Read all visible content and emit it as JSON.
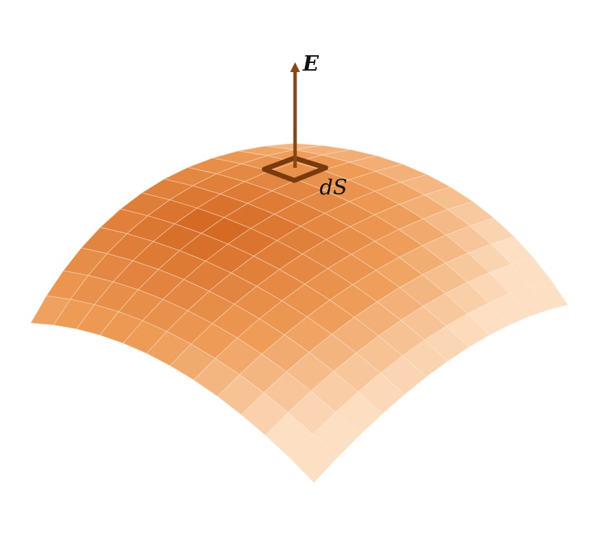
{
  "diagram": {
    "labels": {
      "vector_field": "E",
      "surface_element": "dS"
    },
    "surface": {
      "grid_divisions": 12,
      "color_peak": "#d2651f",
      "color_mid": "#ee9c57",
      "color_edge": "#fde0c4",
      "grid_line_color": "#ffe7d2"
    },
    "vector": {
      "color": "#8a4512"
    },
    "area_element": {
      "color": "#7a3a0e"
    }
  }
}
